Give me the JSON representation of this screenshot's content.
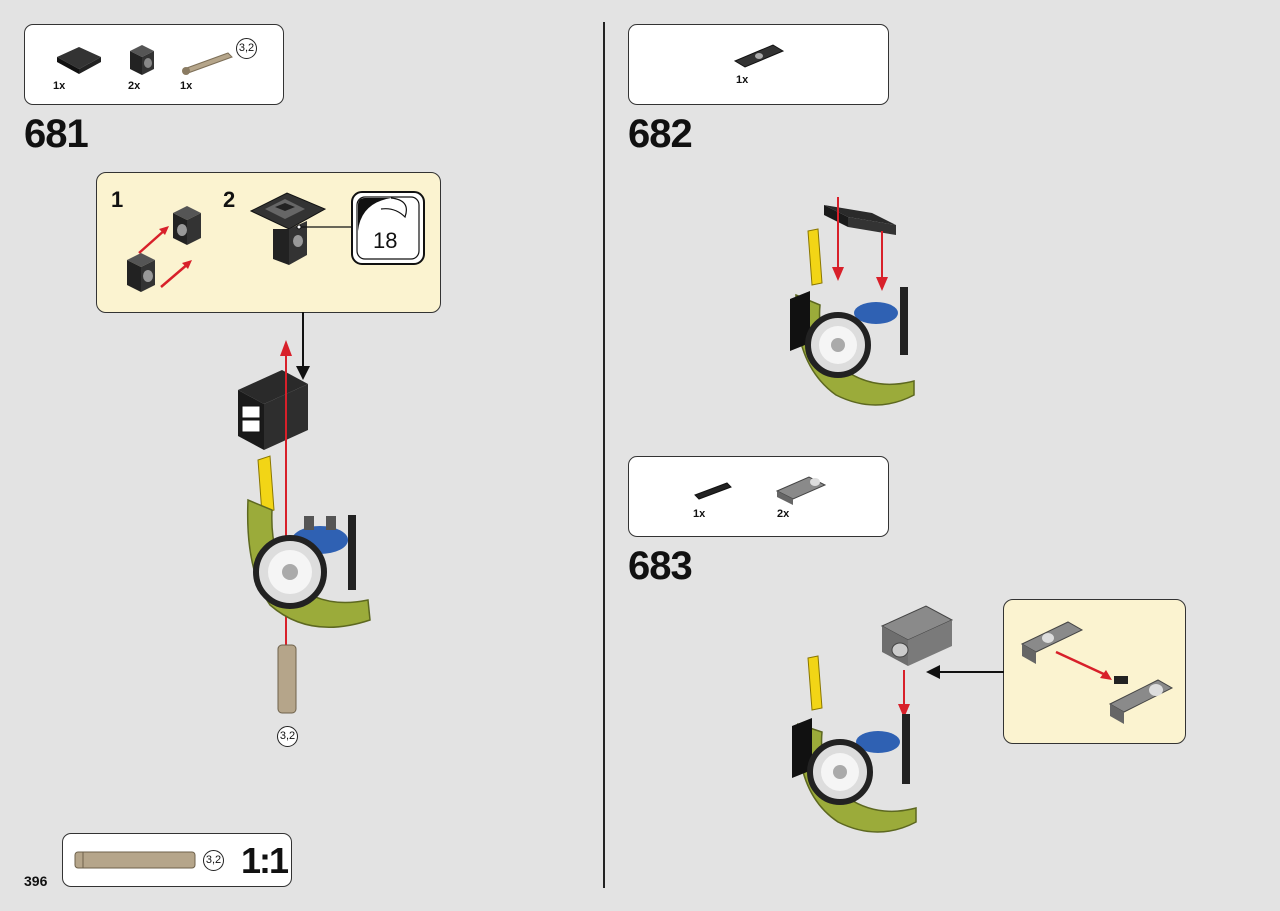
{
  "page": {
    "number": "396"
  },
  "steps": [
    {
      "number": "681",
      "parts": [
        {
          "qty": "1x",
          "icon": "black-tile-icon"
        },
        {
          "qty": "2x",
          "icon": "black-axle-brick-icon"
        },
        {
          "qty": "1x",
          "icon": "tan-axle-pin-icon",
          "length": "3,2"
        }
      ],
      "callout": {
        "substeps": [
          "1",
          "2"
        ],
        "sticker": "18"
      },
      "axle_length": "3,2"
    },
    {
      "number": "682",
      "parts": [
        {
          "qty": "1x",
          "icon": "black-liftarm-icon"
        }
      ]
    },
    {
      "number": "683",
      "parts": [
        {
          "qty": "1x",
          "icon": "black-pin-icon"
        },
        {
          "qty": "2x",
          "icon": "gray-connector-icon"
        }
      ]
    }
  ],
  "scale_ruler": {
    "length": "3,2",
    "scale": "1:1"
  },
  "colors": {
    "background": "#e3e3e3",
    "callout": "#fbf3d0",
    "arrow_red": "#d8202a",
    "lime": "#9bab3a",
    "yellow": "#f2d516",
    "tan": "#b5a58a"
  }
}
